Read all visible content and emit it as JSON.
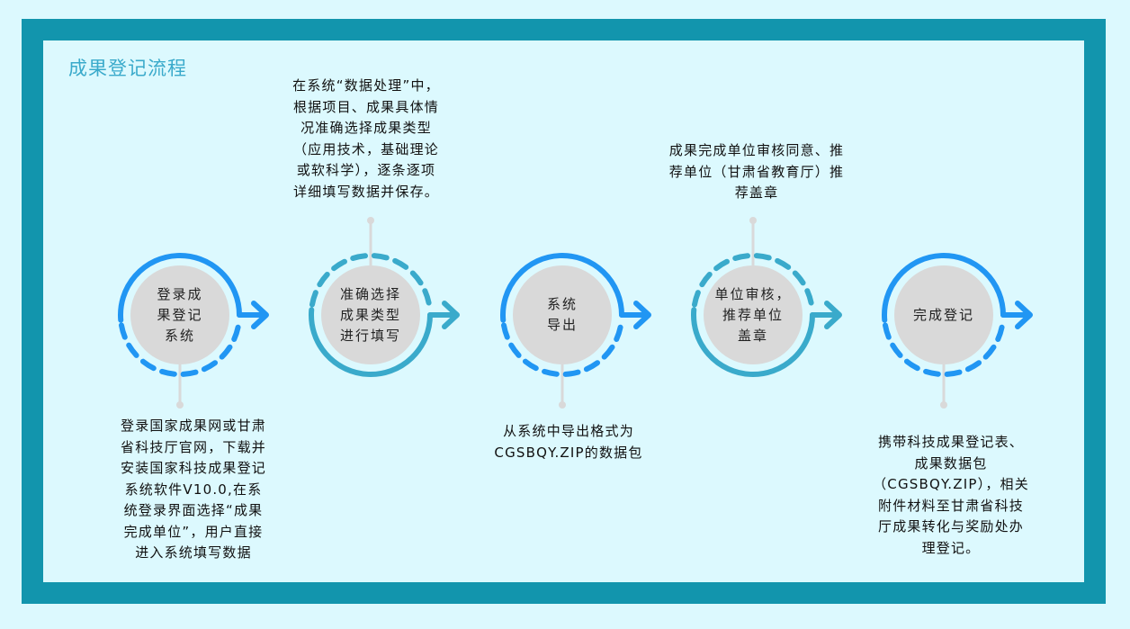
{
  "title": "成果登记流程",
  "colors": {
    "frame": "#1295ad",
    "background": "#dcf9fe",
    "blue": "#2196f3",
    "teal": "#3aaacb",
    "node_fill": "#d9d9d9",
    "connector": "#d9d9d9"
  },
  "steps": [
    {
      "label_lines": [
        "登录成",
        "果登记",
        "系统"
      ],
      "color": "blue",
      "desc_position": "bottom",
      "desc_lines": [
        "登录国家成果网或甘肃",
        "省科技厅官网，下载并",
        "安装国家科技成果登记",
        "系统软件V10.0,在系",
        "统登录界面选择“成果",
        "完成单位”，用户直接",
        "进入系统填写数据"
      ]
    },
    {
      "label_lines": [
        "准确选择",
        "成果类型",
        "进行填写"
      ],
      "color": "teal",
      "desc_position": "top",
      "desc_lines": [
        "在系统“数据处理”中，",
        "根据项目、成果具体情",
        "况准确选择成果类型",
        "（应用技术，基础理论",
        "或软科学），逐条逐项",
        "详细填写数据并保存。"
      ]
    },
    {
      "label_lines": [
        "系统",
        "导出"
      ],
      "color": "blue",
      "desc_position": "bottom",
      "desc_lines": [
        "从系统中导出格式为",
        "CGSBQY.ZIP的数据包"
      ]
    },
    {
      "label_lines": [
        "单位审核，",
        "推荐单位",
        "盖章"
      ],
      "color": "teal",
      "desc_position": "top",
      "desc_lines": [
        "成果完成单位审核同意、推",
        "荐单位（甘肃省教育厅）推",
        "荐盖章"
      ]
    },
    {
      "label_lines": [
        "完成登记"
      ],
      "color": "blue",
      "desc_position": "bottom",
      "desc_lines": [
        "携带科技成果登记表、",
        "成果数据包",
        "（CGSBQY.ZIP），相关",
        "附件材料至甘肃省科技",
        "厅成果转化与奖励处办",
        "理登记。"
      ]
    }
  ]
}
